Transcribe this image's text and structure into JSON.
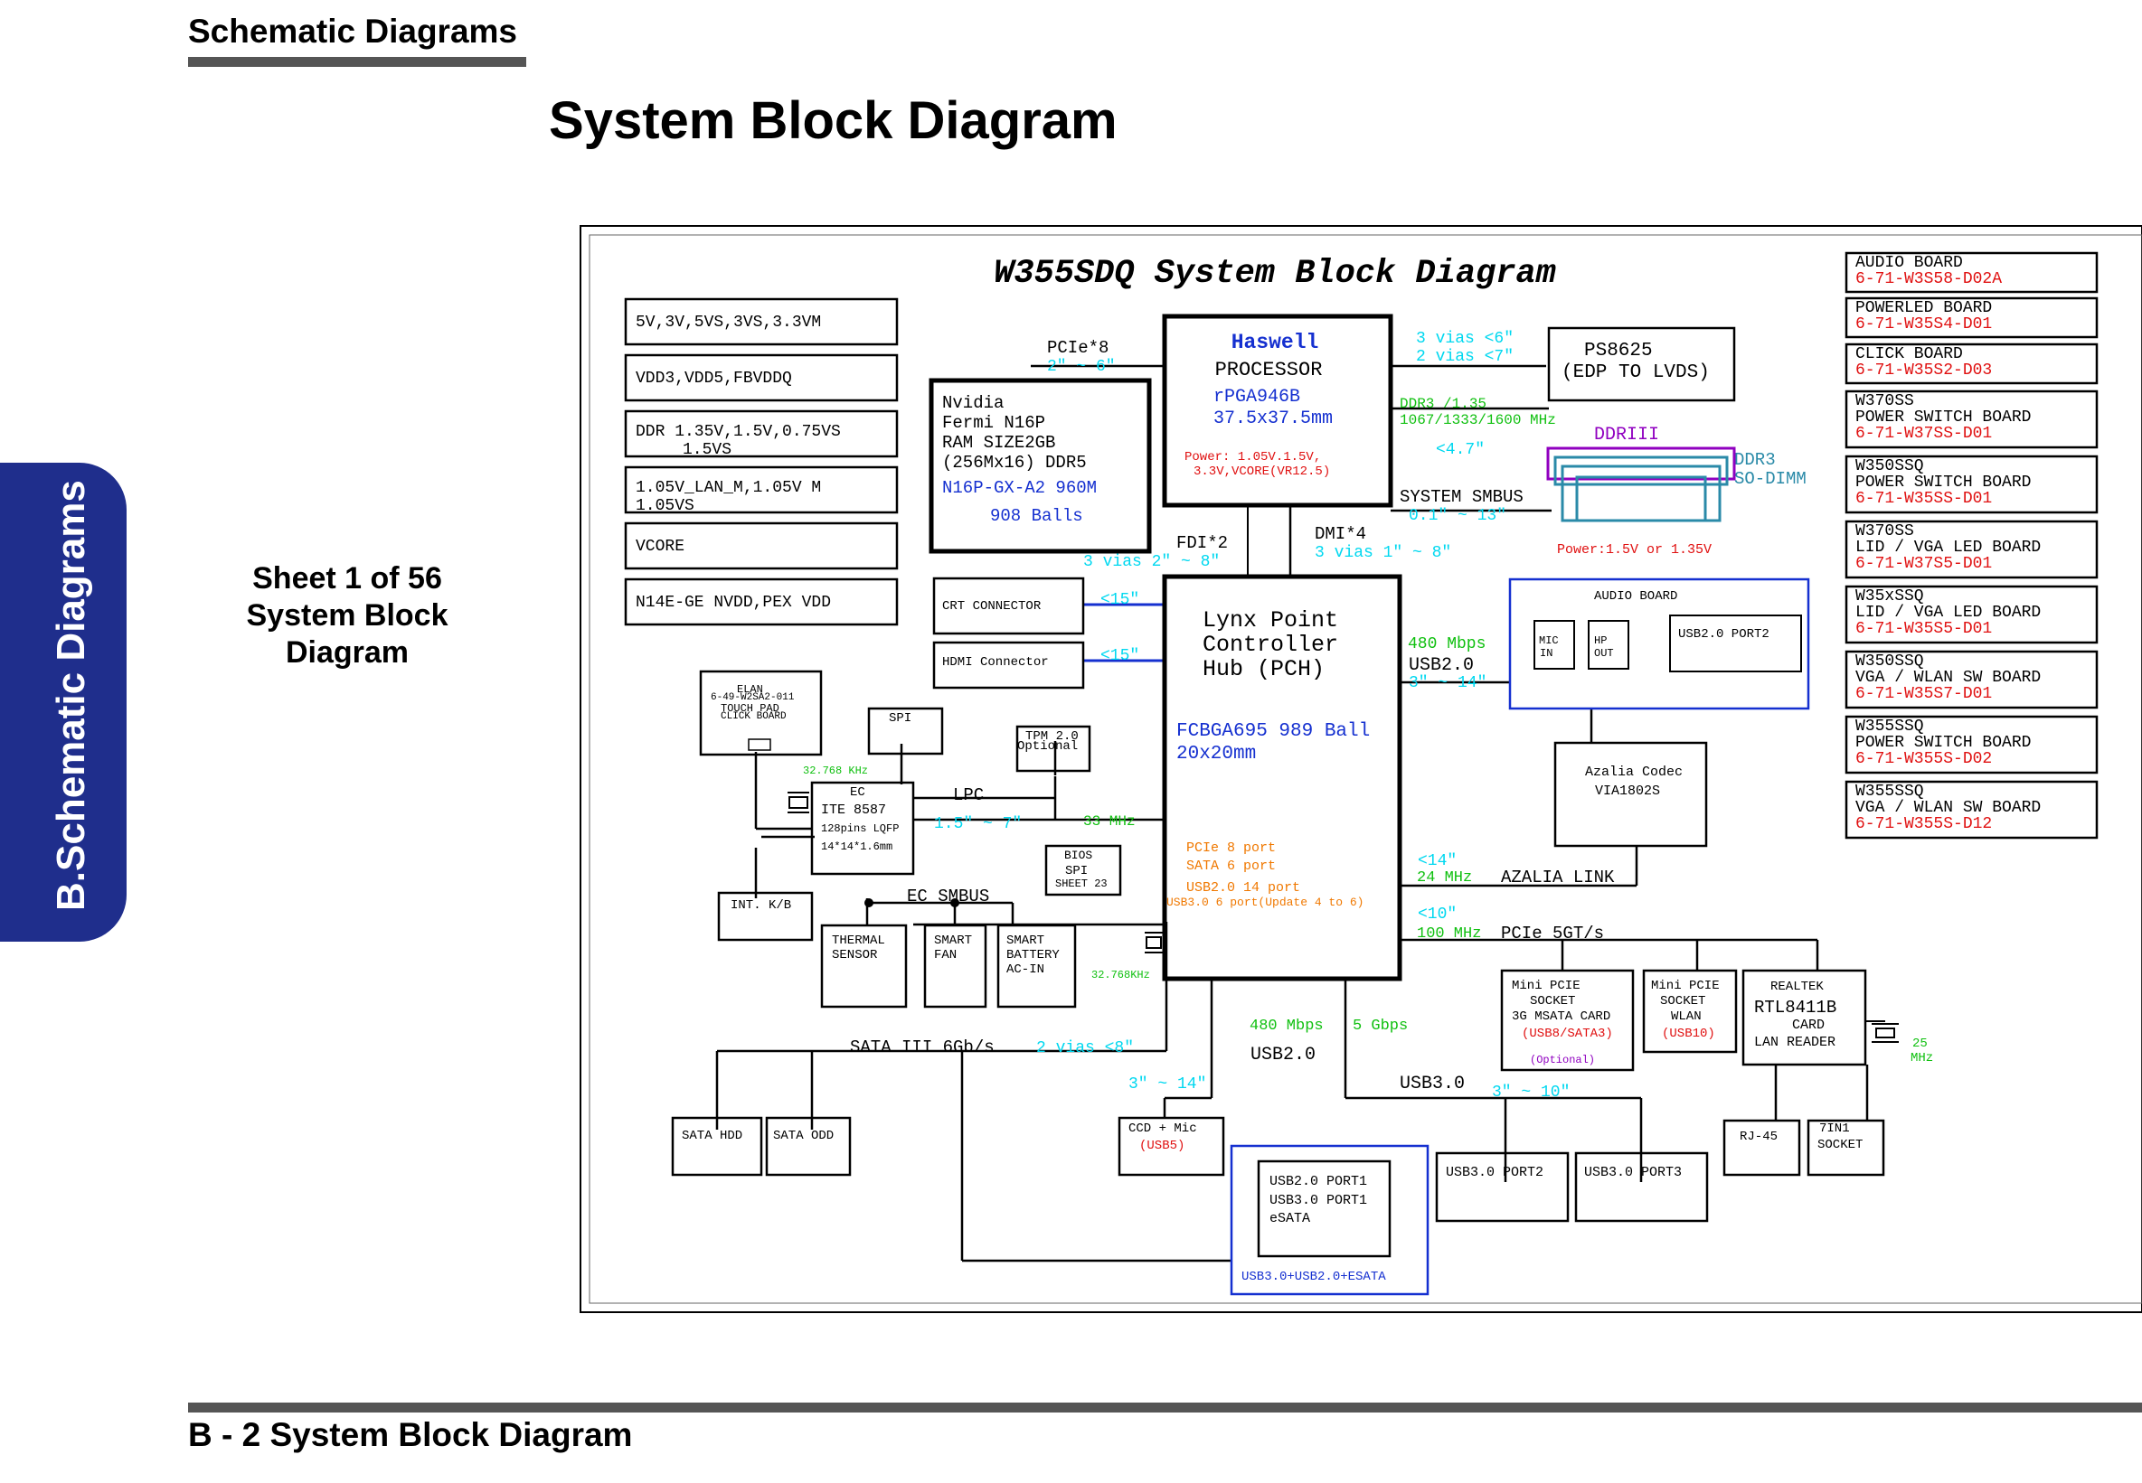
{
  "header": {
    "section": "Schematic  Diagrams",
    "title": "System Block Diagram"
  },
  "side_tab": "B.Schematic Diagrams",
  "sheet_info": [
    "Sheet 1 of 56",
    "System Block",
    "Diagram"
  ],
  "footer": "B - 2   System Block Diagram",
  "colors": {
    "tab": "#1f2e8c",
    "cyan": "#00d8f0",
    "green": "#10c010",
    "red": "#e01010",
    "blue": "#1530d0",
    "orange": "#f07800",
    "purple": "#9000c0",
    "teal": "#2a8aa8"
  },
  "diagram": {
    "title": "W355SDQ System Block Diagram",
    "power_rails": [
      "5V,3V,5VS,3VS,3.3VM",
      "VDD3,VDD5,FBVDDQ",
      "DDR 1.35V,1.5V,0.75VS",
      "1.5VS",
      "1.05V_LAN_M,1.05V M",
      "1.05VS",
      "VCORE",
      "N14E-GE NVDD,PEX VDD"
    ],
    "cpu": {
      "name": "Haswell",
      "type": "PROCESSOR",
      "socket": "rPGA946B",
      "size": "37.5x37.5mm",
      "power": "Power: 1.05V.1.5V,",
      "power2": "3.3V,VCORE(VR12.5)"
    },
    "gpu": {
      "lines": [
        "Nvidia",
        "Fermi N16P",
        "RAM SIZE2GB",
        "(256Mx16) DDR5"
      ],
      "part": "N16P-GX-A2 960M",
      "balls": "908 Balls"
    },
    "pcie_gpu": {
      "label": "PCIe*8",
      "len": "2\" ~ 6\""
    },
    "edp": {
      "chip": "PS8625",
      "desc": "(EDP TO LVDS)",
      "vias1": "3 vias <6\"",
      "vias2": "2 vias <7\""
    },
    "memory": {
      "bus": "DDR3 /1.35",
      "speeds": "1067/1333/1600 MHz",
      "len": "<4.7\"",
      "label": "DDRIII",
      "sodimm1": "DDR3",
      "sodimm2": "SO-DIMM",
      "smbus": "SYSTEM SMBUS",
      "smbus_len": "0.1\" ~ 13\"",
      "power": "Power:1.5V or 1.35V"
    },
    "links": {
      "fdi": "FDI*2",
      "fdi_len": "3 vias 2\" ~ 8\"",
      "dmi": "DMI*4",
      "dmi_len": "3 vias 1\" ~ 8\""
    },
    "pch": {
      "l1": "Lynx Point",
      "l2": "Controller",
      "l3": "Hub (PCH)",
      "pkg": "FCBGA695 989 Ball",
      "size": "20x20mm",
      "f1": "PCIe 8 port",
      "f2": "SATA 6 port",
      "f3": "USB2.0 14 port",
      "f4": "USB3.0 6 port(Update 4 to 6)"
    },
    "display": {
      "crt": "CRT CONNECTOR",
      "crt_len": "<15\"",
      "hdmi": "HDMI Connector",
      "hdmi_len": "<15\""
    },
    "audio": {
      "board": "AUDIO BOARD",
      "mic1": "MIC",
      "mic2": "IN",
      "hp1": "HP",
      "hp2": "OUT",
      "port": "USB2.0 PORT2",
      "speed": "480 Mbps",
      "bus": "USB2.0",
      "len": "3\" ~ 14\"",
      "codec": "Azalia Codec",
      "codec_part": "VIA1802S",
      "link_len": "<14\"",
      "link_freq": "24 MHz",
      "link": "AZALIA LINK"
    },
    "pcie_bus": {
      "len": "<10\"",
      "freq": "100 MHz",
      "label": "PCIe 5GT/s"
    },
    "ec": {
      "touch1": "ELAN",
      "touch2": "6-49-W2SA2-011",
      "touch3": "TOUCH PAD",
      "touch4": "CLICK BOARD",
      "spi": "SPI",
      "tpm1": "TPM 2.0",
      "tpm2": "Optional",
      "crystal": "32.768 KHz",
      "name": "EC",
      "part": "ITE 8587",
      "pkg": "128pins LQFP",
      "size": "14*14*1.6mm",
      "lpc": "LPC",
      "lpc_len": "1.5\" ~ 7\"",
      "lpc_freq": "33 MHz",
      "bios1": "BIOS",
      "bios2": "SPI",
      "bios3": "SHEET 23",
      "kb": "INT. K/B",
      "smbus": "EC SMBUS",
      "thermal1": "THERMAL",
      "thermal2": "SENSOR",
      "fan1": "SMART",
      "fan2": "FAN",
      "bat1": "SMART",
      "bat2": "BATTERY",
      "bat3": "AC-IN",
      "rtc": "32.768KHz"
    },
    "sata": {
      "bus": "SATA III 6Gb/s",
      "len": "2 vias <8\"",
      "hdd": "SATA HDD",
      "odd": "SATA ODD"
    },
    "usb": {
      "speed2": "480 Mbps",
      "speed3": "5 Gbps",
      "bus2": "USB2.0",
      "bus3": "USB3.0",
      "len2": "3\" ~ 14\"",
      "len3": "3\" ~ 10\"",
      "ccd1": "CCD + Mic",
      "ccd2": "(USB5)",
      "combo1": "USB2.0 PORT1",
      "combo2": "USB3.0 PORT1",
      "combo3": "eSATA",
      "combo_label": "USB3.0+USB2.0+ESATA",
      "port2": "USB3.0 PORT2",
      "port3": "USB3.0 PORT3"
    },
    "minipcie1": {
      "l1": "Mini PCIE",
      "l2": "SOCKET",
      "l3": "3G MSATA CARD",
      "l4": "(USB8/SATA3)",
      "l5": "(Optional)"
    },
    "minipcie2": {
      "l1": "Mini PCIE",
      "l2": "SOCKET",
      "l3": "WLAN",
      "l4": "(USB10)"
    },
    "lan": {
      "l1": "REALTEK",
      "l2": "RTL8411B",
      "l3": "CARD",
      "l4": "LAN READER",
      "xtal1": "25",
      "xtal2": "MHz",
      "rj": "RJ-45",
      "cr1": "7IN1",
      "cr2": "SOCKET"
    },
    "boards": [
      {
        "name": "AUDIO BOARD",
        "code": "6-71-W3S58-D02A"
      },
      {
        "name": "POWERLED BOARD",
        "code": "6-71-W35S4-D01"
      },
      {
        "name": "CLICK BOARD",
        "code": "6-71-W35S2-D03"
      },
      {
        "name": "W370SS",
        "name2": "POWER SWITCH BOARD",
        "code": "6-71-W37SS-D01"
      },
      {
        "name": "W350SSQ",
        "name2": "POWER SWITCH BOARD",
        "code": "6-71-W35SS-D01"
      },
      {
        "name": "W370SS",
        "name2": "LID / VGA LED BOARD",
        "code": "6-71-W37S5-D01"
      },
      {
        "name": "W35xSSQ",
        "name2": "LID / VGA LED BOARD",
        "code": "6-71-W35S5-D01"
      },
      {
        "name": "W350SSQ",
        "name2": "VGA / WLAN SW BOARD",
        "code": "6-71-W35S7-D01"
      },
      {
        "name": "W355SSQ",
        "name2": "POWER SWITCH BOARD",
        "code": "6-71-W355S-D02"
      },
      {
        "name": "W355SSQ",
        "name2": "VGA / WLAN SW BOARD",
        "code": "6-71-W355S-D12"
      }
    ]
  }
}
